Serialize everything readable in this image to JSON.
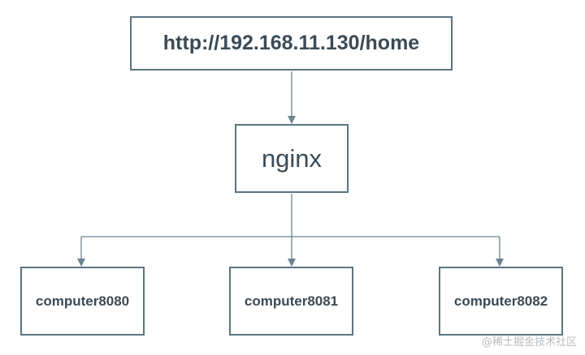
{
  "diagram": {
    "root": {
      "label": "http://192.168.11.130/home"
    },
    "proxy": {
      "label": "nginx"
    },
    "backends": [
      {
        "label": "computer8080"
      },
      {
        "label": "computer8081"
      },
      {
        "label": "computer8082"
      }
    ]
  },
  "colors": {
    "border": "#5b7482",
    "connector": "#6c8390",
    "text": "#3b4a55"
  },
  "watermark": {
    "text": "@稀土掘金技术社区"
  }
}
